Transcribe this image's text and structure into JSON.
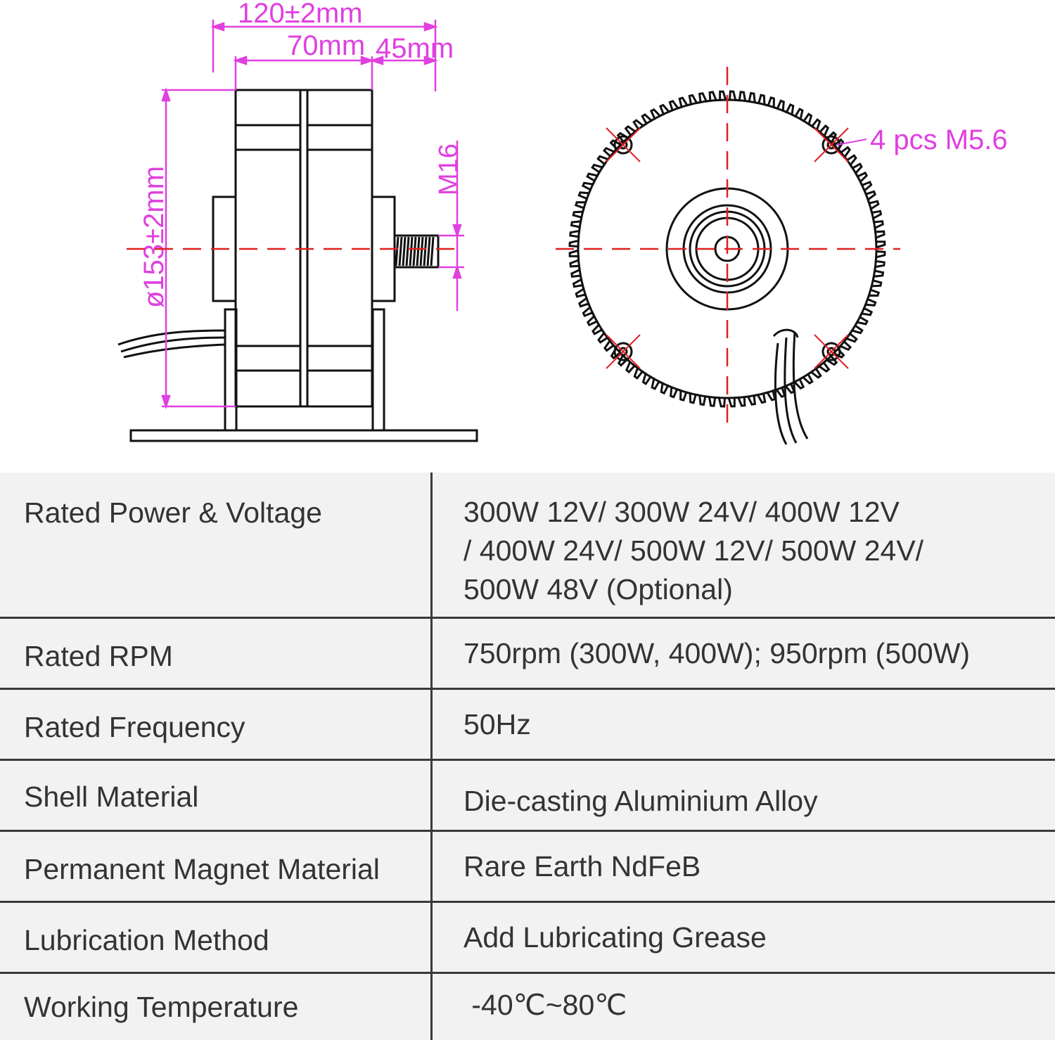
{
  "colors": {
    "dimension": "#e040e0",
    "outline": "#111111",
    "center_line": "#e02020",
    "table_bg": "#f2f2f2",
    "table_line": "#3a3a3a",
    "text": "#333333"
  },
  "drawing": {
    "dim_overall_width": "120±2mm",
    "dim_body_width": "70mm",
    "dim_shaft_length": "45mm",
    "dim_diameter": "ø153±2mm",
    "dim_shaft_thread": "M16",
    "holes_note": "4 pcs M5.6"
  },
  "specs": [
    {
      "label": "Rated Power & Voltage",
      "value_lines": [
        "300W 12V/ 300W 24V/ 400W 12V",
        "/ 400W 24V/ 500W 12V/ 500W 24V/",
        "500W 48V (Optional)"
      ]
    },
    {
      "label": "Rated RPM",
      "value": "750rpm (300W, 400W); 950rpm (500W)"
    },
    {
      "label": "Rated Frequency",
      "value": "50Hz"
    },
    {
      "label": "Shell Material",
      "value": "Die-casting Aluminium Alloy"
    },
    {
      "label": "Permanent Magnet Material",
      "value": "Rare Earth NdFeB"
    },
    {
      "label": "Lubrication Method",
      "value": "Add Lubricating Grease"
    },
    {
      "label": "Working Temperature",
      "value": " -40℃~80℃"
    }
  ]
}
